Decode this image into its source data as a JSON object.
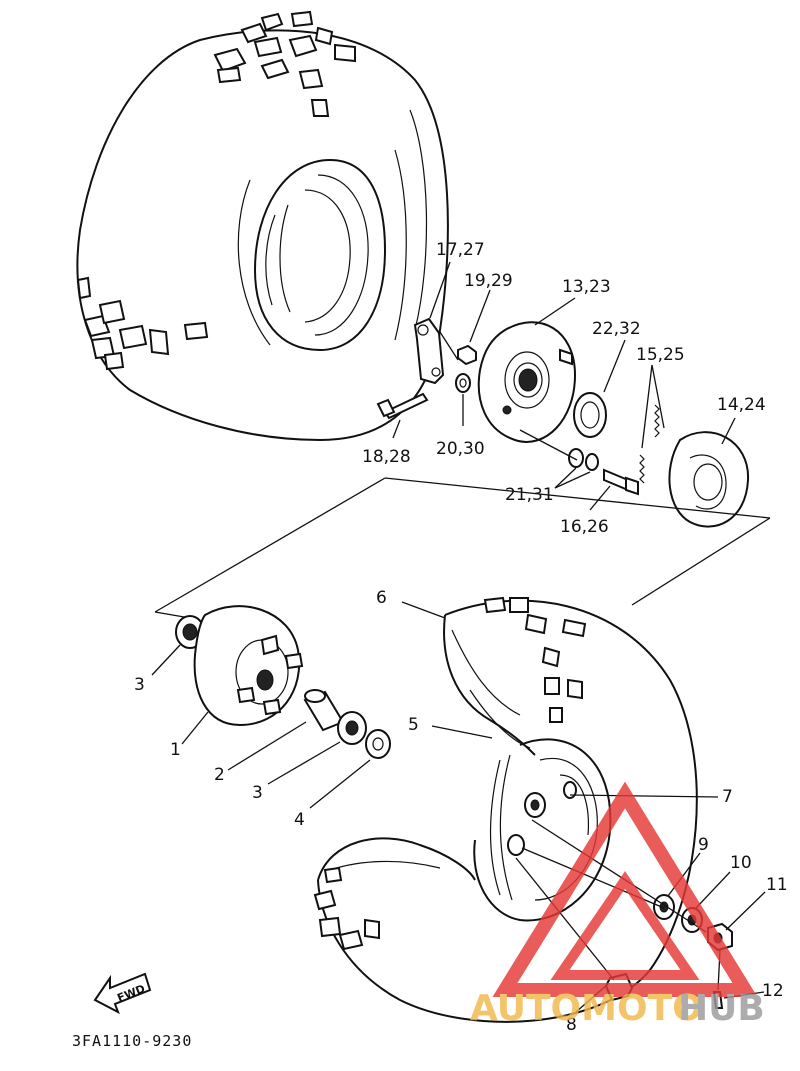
{
  "callouts": {
    "c17_27": "17,27",
    "c19_29": "19,29",
    "c13_23": "13,23",
    "c22_32": "22,32",
    "c15_25": "15,25",
    "c14_24": "14,24",
    "c18_28": "18,28",
    "c20_30": "20,30",
    "c21_31": "21,31",
    "c16_26": "16,26",
    "c6": "6",
    "c3a": "3",
    "c5": "5",
    "c1": "1",
    "c2": "2",
    "c3b": "3",
    "c4": "4",
    "c7": "7",
    "c9": "9",
    "c10": "10",
    "c11": "11",
    "c12": "12",
    "c8": "8"
  },
  "fwd_label": "FWD",
  "diagram_code": "3FA1110-9230",
  "watermark": {
    "brand_a": "AUTOMOTO",
    "brand_b": "HUB",
    "color_a": "#f2b84b",
    "color_b": "#9a9a9a",
    "triangle_color": "#e53935"
  }
}
